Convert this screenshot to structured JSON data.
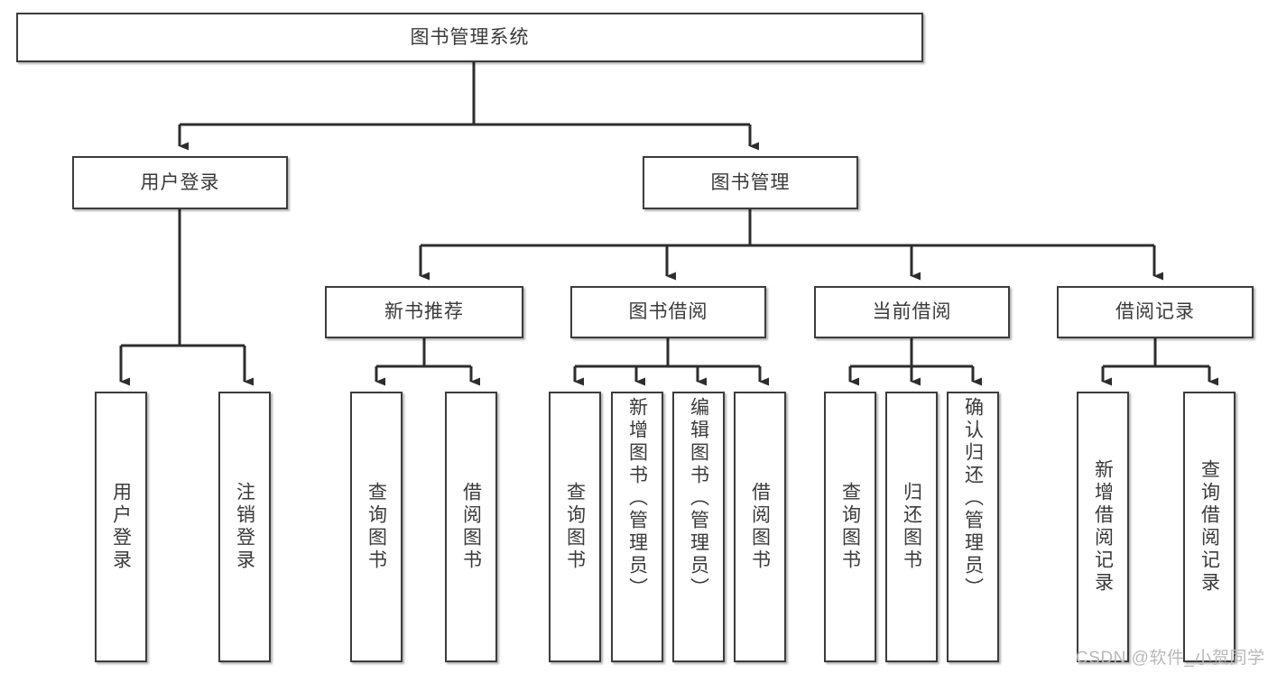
{
  "diagram": {
    "type": "tree-flowchart",
    "root": {
      "id": "root",
      "label": "图书管理系统"
    },
    "level1": [
      {
        "id": "user-login",
        "label": "用户登录"
      },
      {
        "id": "book-management",
        "label": "图书管理"
      }
    ],
    "level2": [
      {
        "id": "new-book-recommend",
        "label": "新书推荐",
        "parent": "book-management"
      },
      {
        "id": "book-borrow",
        "label": "图书借阅",
        "parent": "book-management"
      },
      {
        "id": "current-borrow",
        "label": "当前借阅",
        "parent": "book-management"
      },
      {
        "id": "borrow-record",
        "label": "借阅记录",
        "parent": "book-management"
      }
    ],
    "leaves": [
      {
        "id": "leaf-user-login",
        "label": "用户登录",
        "parent": "user-login"
      },
      {
        "id": "leaf-logout",
        "label": "注销登录",
        "parent": "user-login"
      },
      {
        "id": "leaf-query-book-1",
        "label": "查询图书",
        "parent": "new-book-recommend"
      },
      {
        "id": "leaf-borrow-book-1",
        "label": "借阅图书",
        "parent": "new-book-recommend"
      },
      {
        "id": "leaf-query-book-2",
        "label": "查询图书",
        "parent": "book-borrow"
      },
      {
        "id": "leaf-add-book",
        "label": "新增图书（管理员）",
        "parent": "book-borrow"
      },
      {
        "id": "leaf-edit-book",
        "label": "编辑图书（管理员）",
        "parent": "book-borrow"
      },
      {
        "id": "leaf-borrow-book-2",
        "label": "借阅图书",
        "parent": "book-borrow"
      },
      {
        "id": "leaf-query-book-3",
        "label": "查询图书",
        "parent": "current-borrow"
      },
      {
        "id": "leaf-return-book",
        "label": "归还图书",
        "parent": "current-borrow"
      },
      {
        "id": "leaf-confirm-return",
        "label": "确认归还（管理员）",
        "parent": "current-borrow"
      },
      {
        "id": "leaf-add-record",
        "label": "新增借阅记录",
        "parent": "borrow-record"
      },
      {
        "id": "leaf-query-record",
        "label": "查询借阅记录",
        "parent": "borrow-record"
      }
    ]
  },
  "watermark": {
    "text": "CSDN @软件_小贺同学"
  },
  "colors": {
    "box_border": "#3c3c3c",
    "box_fill": "#ffffff",
    "connector": "#2d2d2d",
    "text": "#3a3a3a",
    "watermark": "#b9b9b9"
  }
}
